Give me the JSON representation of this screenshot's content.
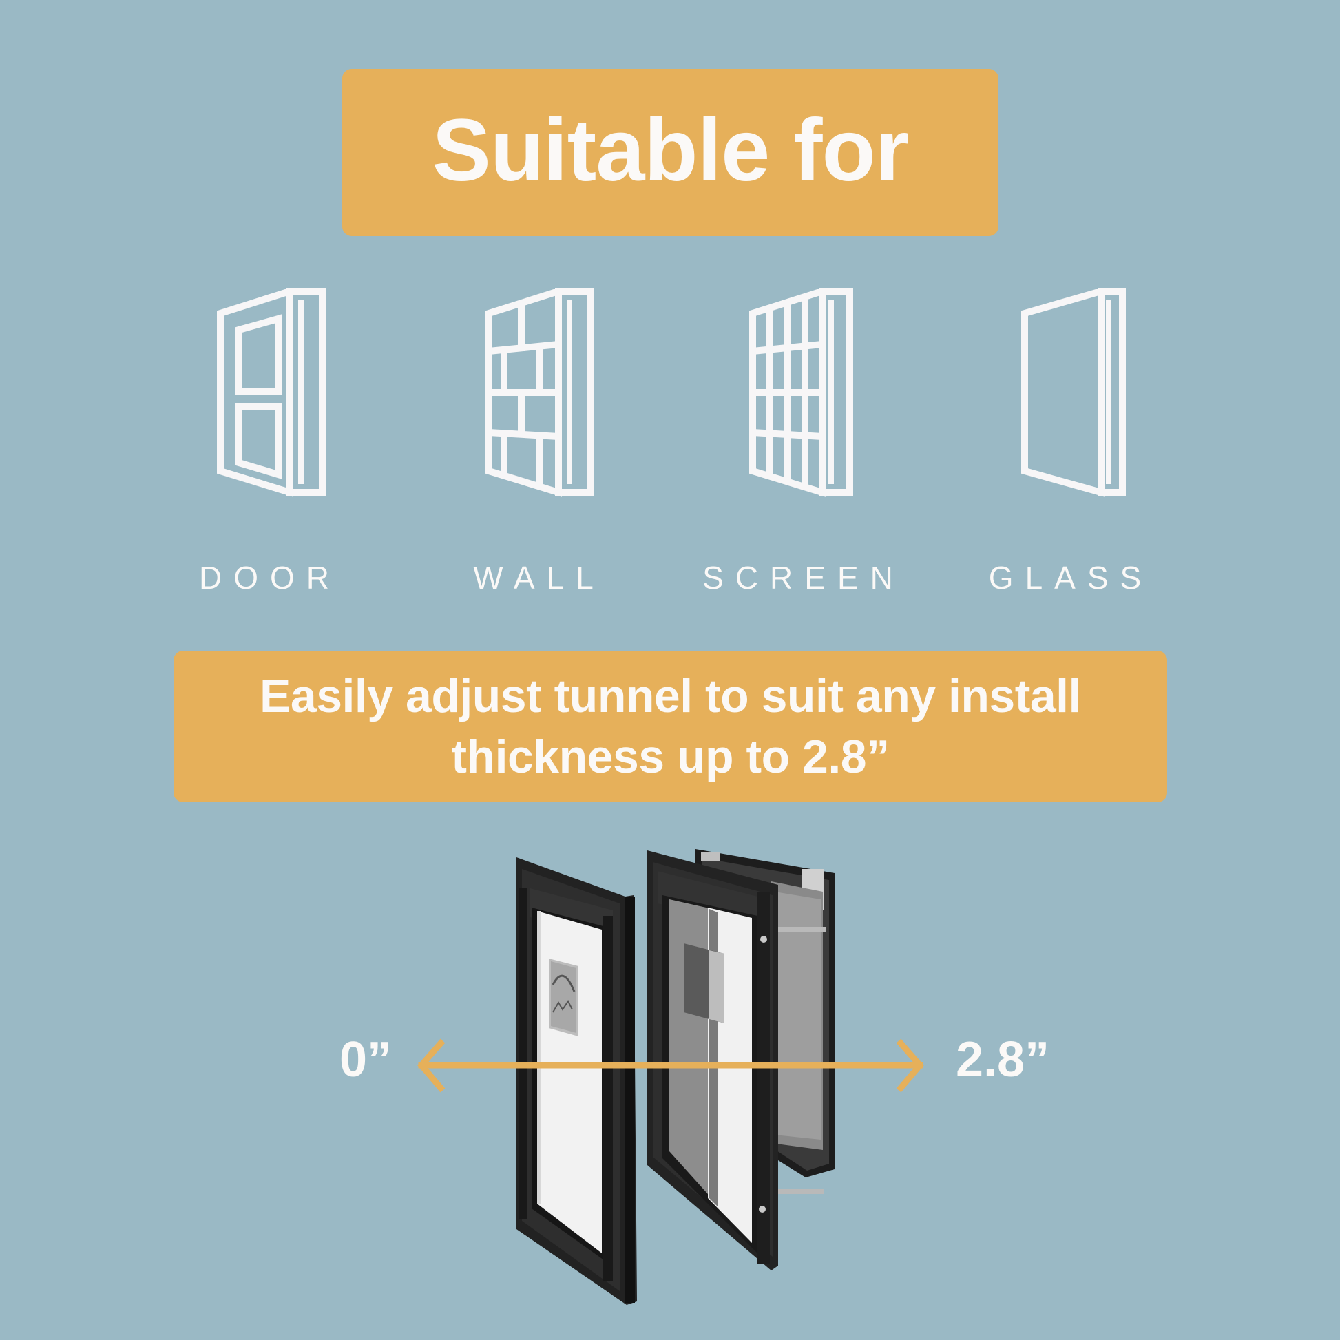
{
  "header": {
    "title": "Suitable for"
  },
  "install_types": [
    {
      "label": "DOOR",
      "icon": "door-icon"
    },
    {
      "label": "WALL",
      "icon": "wall-icon"
    },
    {
      "label": "SCREEN",
      "icon": "screen-icon"
    },
    {
      "label": "GLASS",
      "icon": "glass-icon"
    }
  ],
  "feature": {
    "line1": "Easily adjust tunnel to suit any install",
    "line2": "thickness up to 2.8”"
  },
  "measurement": {
    "min_label": "0”",
    "max_label": "2.8”",
    "icon": "double-arrow-icon"
  },
  "product": {
    "description": "pet-door-tunnel-image"
  },
  "colors": {
    "background": "#9ab9c5",
    "accent": "#e6b05a",
    "text": "#fbf9f7",
    "frame": "#2a2a2a"
  }
}
